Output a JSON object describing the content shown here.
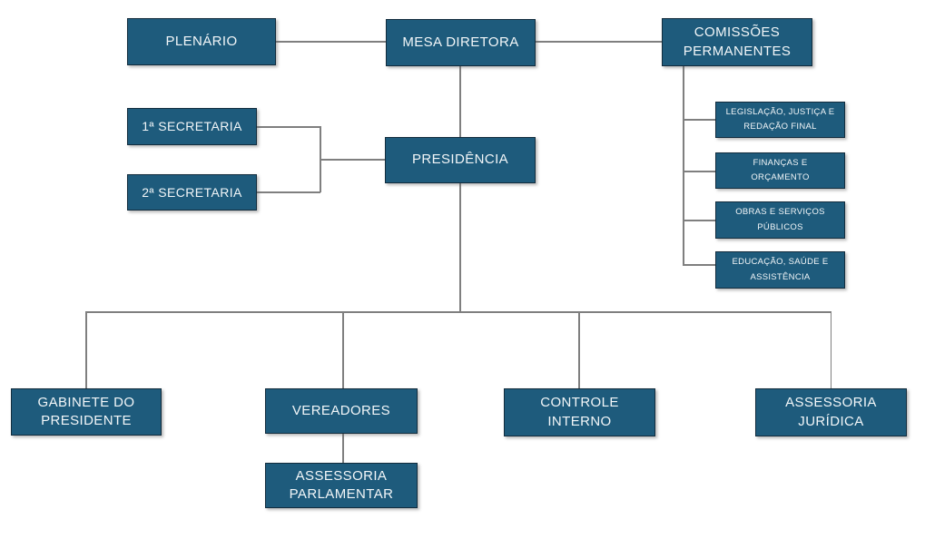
{
  "diagram": {
    "type": "org-chart",
    "colors": {
      "background": "#ffffff",
      "node_fill": "#1e5b7c",
      "node_border": "#122c3d",
      "node_text": "#f2f6f8",
      "connector": "#7f7f7f"
    },
    "nodes": {
      "plenario": "PLENÁRIO",
      "mesa_diretora": "MESA DIRETORA",
      "comissoes_permanentes": "COMISSÕES\nPERMANENTES",
      "secretaria_1": "1ª SECRETARIA",
      "secretaria_2": "2ª SECRETARIA",
      "presidencia": "PRESIDÊNCIA",
      "legislacao_justica_redacao": "LEGISLAÇÃO, JUSTIÇA E\nREDAÇÃO FINAL",
      "financas_orcamento": "FINANÇAS E\nORÇAMENTO",
      "obras_servicos_publicos": "OBRAS E SERVIÇOS\nPÚBLICOS",
      "educacao_saude_assistencia": "EDUCAÇÃO, SAÚDE E\nASSISTÊNCIA",
      "gabinete_presidente": "GABINETE DO\nPRESIDENTE",
      "vereadores": "VEREADORES",
      "controle_interno": "CONTROLE\nINTERNO",
      "assessoria_juridica": "ASSESSORIA\nJURÍDICA",
      "assessoria_parlamentar": "ASSESSORIA\nPARLAMENTAR"
    },
    "edges": [
      {
        "from": "plenario",
        "to": "mesa_diretora"
      },
      {
        "from": "mesa_diretora",
        "to": "comissoes_permanentes"
      },
      {
        "from": "mesa_diretora",
        "to": "presidencia"
      },
      {
        "from": "secretaria_1",
        "to": "presidencia"
      },
      {
        "from": "secretaria_2",
        "to": "presidencia"
      },
      {
        "from": "comissoes_permanentes",
        "to": "legislacao_justica_redacao"
      },
      {
        "from": "comissoes_permanentes",
        "to": "financas_orcamento"
      },
      {
        "from": "comissoes_permanentes",
        "to": "obras_servicos_publicos"
      },
      {
        "from": "comissoes_permanentes",
        "to": "educacao_saude_assistencia"
      },
      {
        "from": "presidencia",
        "to": "gabinete_presidente"
      },
      {
        "from": "presidencia",
        "to": "vereadores"
      },
      {
        "from": "presidencia",
        "to": "controle_interno"
      },
      {
        "from": "presidencia",
        "to": "assessoria_juridica"
      },
      {
        "from": "vereadores",
        "to": "assessoria_parlamentar"
      }
    ]
  }
}
